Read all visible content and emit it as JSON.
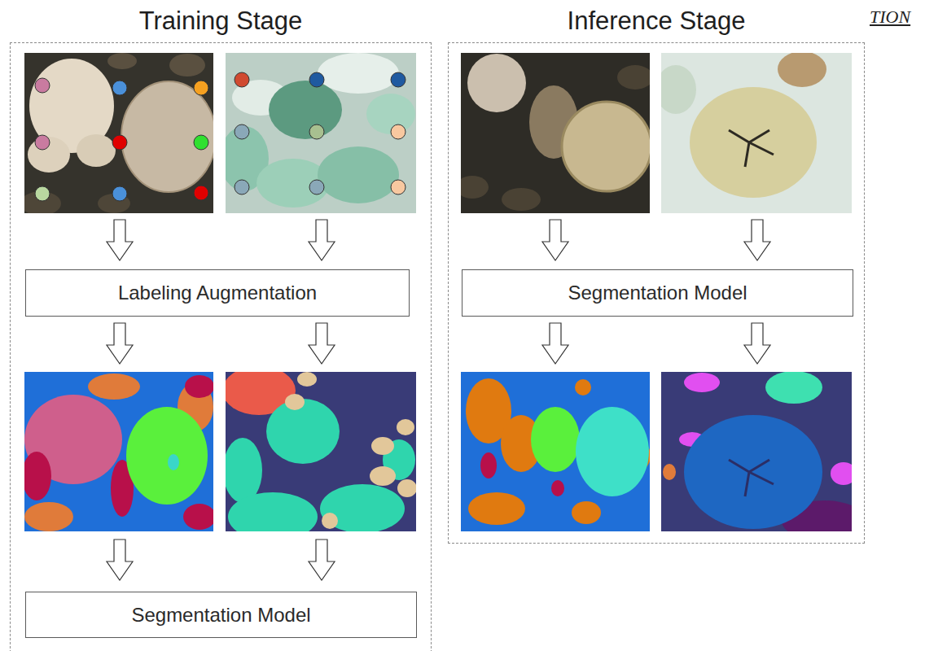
{
  "diagram": {
    "nodes": [
      {
        "text": [
          "Training Stage"
        ]
      },
      {
        "text": [
          "Labeling Augmentation"
        ],
        "in": 0
      },
      {
        "text": [
          "Segmentation Model"
        ],
        "in": 0
      },
      {
        "text": [
          "Inference Stage"
        ]
      },
      {
        "text": [
          "Segmentation Model"
        ],
        "in": 3
      }
    ],
    "labels": [
      "TION"
    ]
  }
}
